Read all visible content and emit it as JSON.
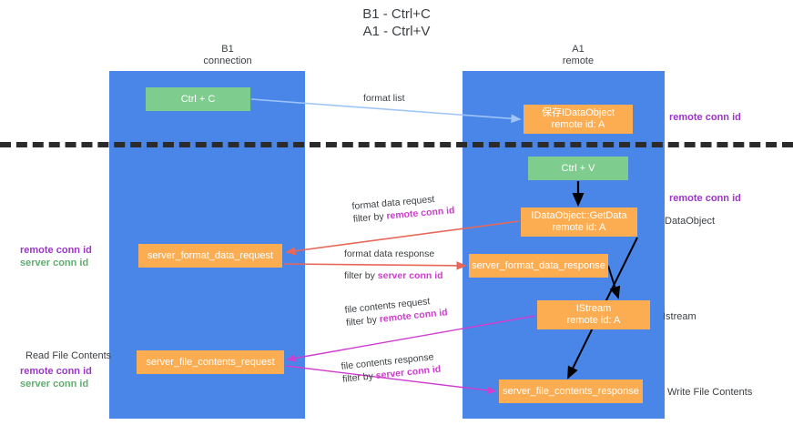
{
  "title": {
    "line1": "B1 - Ctrl+C",
    "line2": "A1 - Ctrl+V"
  },
  "columns": {
    "left": {
      "name": "B1",
      "role": "connection"
    },
    "right": {
      "name": "A1",
      "role": "remote"
    }
  },
  "nodes": {
    "ctrl_c": {
      "label": "Ctrl + C",
      "sub": "",
      "color": "#7fcc8f"
    },
    "idataobject": {
      "label": "保存IDataObject",
      "sub": "remote id: A",
      "color": "#fcad51"
    },
    "ctrl_v": {
      "label": "Ctrl + V",
      "sub": "",
      "color": "#7fcc8f"
    },
    "getdata": {
      "label": "IDataObject::GetData",
      "sub": "remote id: A",
      "color": "#fcad51"
    },
    "server_format_data_request": {
      "label": "server_format_data_request",
      "sub": "",
      "color": "#fcad51"
    },
    "server_format_data_response": {
      "label": "server_format_data_response",
      "sub": "",
      "color": "#fcad51"
    },
    "istream": {
      "label": "IStream",
      "sub": "remote id: A",
      "color": "#fcad51"
    },
    "server_file_contents_request": {
      "label": "server_file_contents_request",
      "sub": "",
      "color": "#fcad51"
    },
    "server_file_contents_response": {
      "label": "server_file_contents_response",
      "sub": "",
      "color": "#fcad51"
    }
  },
  "edges": {
    "format_list": {
      "line1": "format list",
      "line2": "",
      "filter_prefix": "",
      "filter_key": ""
    },
    "format_data_request": {
      "line1": "format data request",
      "filter_prefix": "filter by ",
      "filter_key": "remote conn id"
    },
    "format_data_response": {
      "line1": "format data response",
      "filter_prefix": "filter by ",
      "filter_key": "server conn id"
    },
    "file_contents_request": {
      "line1": "file contents request",
      "filter_prefix": "filter by ",
      "filter_key": "remote conn id"
    },
    "file_contents_response": {
      "line1": "file contents response",
      "filter_prefix": "filter by ",
      "filter_key": "server conn id"
    }
  },
  "annotations": {
    "remote_conn_id_top": "remote conn id",
    "remote_conn_id_mid": "remote conn id",
    "dataobject": "DataObject",
    "istream": "Istream",
    "write_file_contents": "Write File Contents",
    "read_file_contents": "Read File Contents",
    "left_remote_conn_id": "remote conn id",
    "left_server_conn_id": "server conn id",
    "left_remote_conn_id2": "remote conn id",
    "left_server_conn_id2": "server conn id"
  },
  "colors": {
    "lane": "#4a86e8",
    "green_node": "#7fcc8f",
    "orange_node": "#fcad51",
    "purple_text": "#9b36c9",
    "green_text": "#5fae6e",
    "magenta_edge": "#cf3ecf",
    "red_edge": "#e8675a",
    "blue_edge": "#9fc5f8",
    "black_edge": "#000000",
    "divider": "#2b2b2b"
  }
}
